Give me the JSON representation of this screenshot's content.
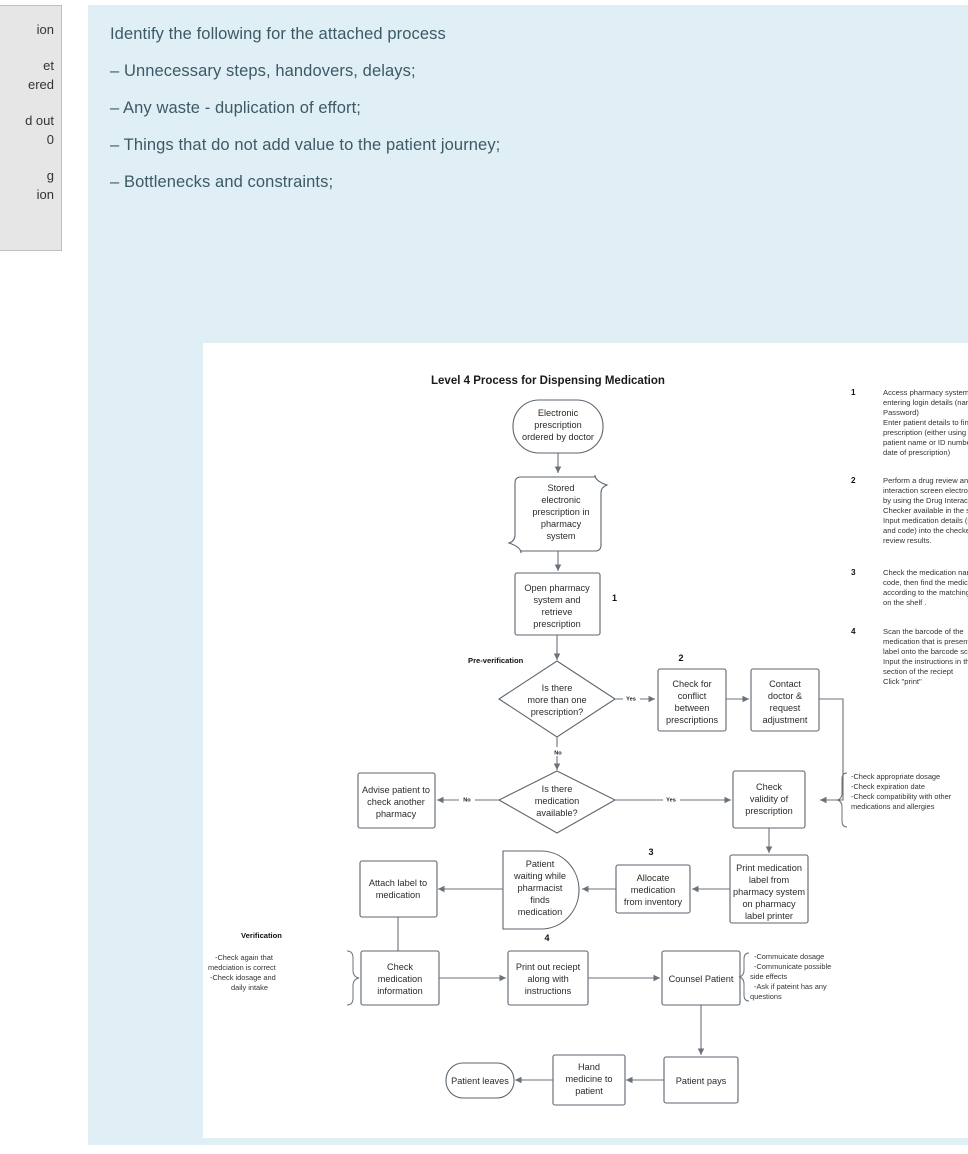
{
  "sidebar": {
    "lines": [
      "ion",
      "",
      "et",
      "ered",
      "",
      "d out",
      "0",
      "",
      "g",
      "ion"
    ]
  },
  "prompt": {
    "lines": [
      "Identify the following for the attached process",
      "– Unnecessary steps, handovers, delays;",
      "– Any waste - duplication of effort;",
      "– Things that do not add value to the patient journey;",
      "– Bottlenecks and constraints;"
    ]
  },
  "diagram": {
    "title": "Level 4 Process for Dispensing Medication",
    "stage_labels": {
      "pre_verification": "Pre-verification",
      "verification": "Verification"
    },
    "step_numbers": {
      "one": "1",
      "two": "2",
      "three": "3",
      "four": "4"
    },
    "nodes": {
      "electronic_prescription": [
        "Electronic",
        "prescription",
        "ordered by doctor"
      ],
      "stored_prescription": [
        "Stored",
        "electronic",
        "prescription in",
        "pharmacy",
        "system"
      ],
      "open_pharmacy_system": [
        "Open pharmacy",
        "system and",
        "retrieve",
        "prescription"
      ],
      "more_than_one": [
        "Is there",
        "more than one",
        "prescription?"
      ],
      "check_conflict": [
        "Check for",
        "conflict",
        "between",
        "prescriptions"
      ],
      "contact_doctor": [
        "Contact",
        "doctor &",
        "request",
        "adjustment"
      ],
      "medication_available": [
        "Is there",
        "medication",
        "available?"
      ],
      "advise_patient": [
        "Advise patient to",
        "check another",
        "pharmacy"
      ],
      "check_validity": [
        "Check",
        "validity of",
        "prescription"
      ],
      "print_label": [
        "Print medication",
        "label from",
        "pharmacy system",
        "on pharmacy",
        "label printer"
      ],
      "allocate_medication": [
        "Allocate",
        "medication",
        "from inventory"
      ],
      "patient_waiting": [
        "Patient",
        "waiting while",
        "pharmacist",
        "finds",
        "medication"
      ],
      "attach_label": [
        "Attach label to",
        "medication"
      ],
      "check_med_info": [
        "Check",
        "medication",
        "information"
      ],
      "print_reciept": [
        "Print out reciept",
        "along with",
        "instructions"
      ],
      "counsel_patient": [
        "Counsel Patient"
      ],
      "patient_pays": [
        "Patient pays"
      ],
      "hand_medicine": [
        "Hand",
        "medicine to",
        "patient"
      ],
      "patient_leaves": [
        "Patient leaves"
      ]
    },
    "edge_labels": {
      "yes1": "Yes",
      "no1": "No",
      "yes2": "Yes",
      "no2": "No"
    },
    "annotations": {
      "validity_checks": [
        "-Check appropriate dosage",
        "-Check expiration date",
        "-Check compatibility with other",
        "medications and allergies"
      ],
      "verification_checks": [
        "-Check again that",
        "medciation is correct",
        "-Check idosage and",
        "daily intake"
      ],
      "counsel_checks": [
        "-Commuicate dosage",
        "-Communicate possible",
        "side effects",
        "-Ask if pateint has any",
        "questions"
      ]
    },
    "notes": [
      {
        "num": "1",
        "lines": [
          "Access pharmacy system by",
          "entering login details (name, ID,",
          "Password)",
          "Enter patient details to find the",
          "prescription (either using the",
          "patient name or ID number, or the",
          "date of prescription)"
        ]
      },
      {
        "num": "2",
        "lines": [
          "Perform a drug review and drug",
          "interaction screen electronically",
          "by using the Drug Interaction",
          "Checker available in the system.",
          "Input medication details (name",
          "and code) into the checker and",
          "review results."
        ]
      },
      {
        "num": "3",
        "lines": [
          "Check the medication name and",
          "code, then find the medication",
          "according to the matching code",
          "on the shelf ."
        ]
      },
      {
        "num": "4",
        "lines": [
          "Scan the barcode of the",
          "medication that is present on the",
          "label onto the barcode scanner",
          "Input the instructions in the note",
          "section of the reciept",
          "Click \"print\""
        ]
      }
    ]
  },
  "colors": {
    "panel_bg": "#e0eef5",
    "prompt_text": "#3c5a66",
    "card_bg": "#ffffff",
    "sidebar_bg": "#e6e6e6",
    "stroke": "#5b6670"
  }
}
